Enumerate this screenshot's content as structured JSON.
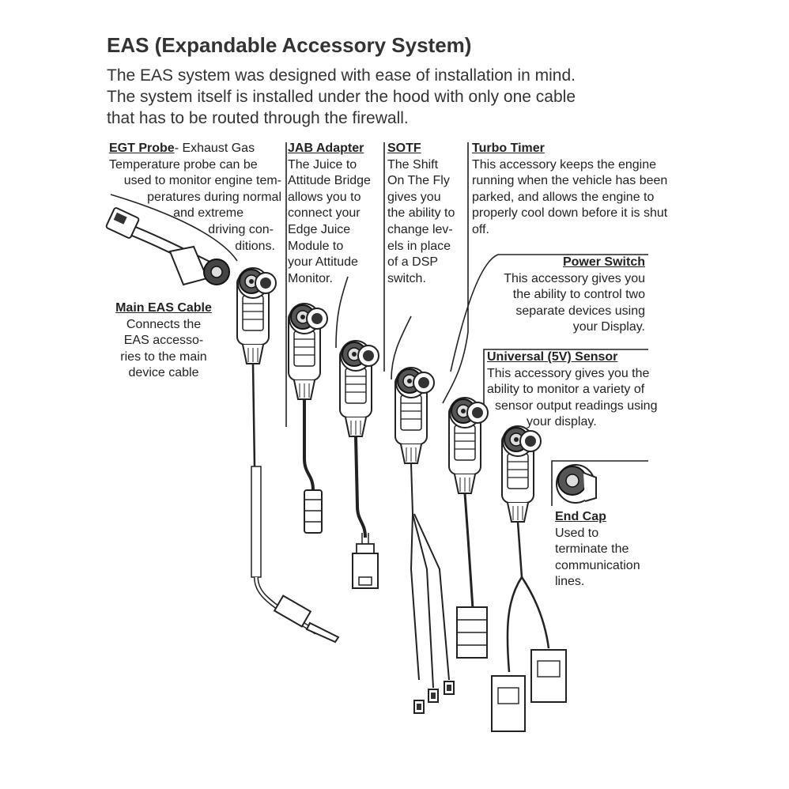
{
  "header": {
    "title": "EAS (Expandable Accessory System)",
    "intro_lines": [
      "The EAS system was designed with ease of installation in mind.",
      "The system itself is installed under the hood with only one cable",
      "that has to be routed through the firewall."
    ]
  },
  "accessories": {
    "egt": {
      "heading": "EGT Probe",
      "heading_suffix": "- Exhaust Gas",
      "lines": [
        "Temperature probe can be",
        "used to monitor engine tem-",
        "peratures during normal",
        "and extreme",
        "driving con-",
        "ditions."
      ]
    },
    "jab": {
      "heading": "JAB Adapter",
      "lines": [
        "The Juice to",
        "Attitude Bridge",
        "allows you to",
        "connect your",
        "Edge Juice",
        "Module to",
        "your Attitude",
        "Monitor."
      ]
    },
    "sotf": {
      "heading": "SOTF",
      "lines": [
        "The Shift",
        "On The Fly",
        "gives you",
        "the ability to",
        "change lev-",
        "els in place",
        "of a DSP",
        "switch."
      ]
    },
    "turbo": {
      "heading": "Turbo Timer",
      "lines": [
        "This accessory keeps the engine",
        "running when the vehicle has been",
        "parked, and allows the engine to",
        "properly cool down before it is shut",
        "off."
      ]
    },
    "main_cable": {
      "heading": "Main EAS Cable",
      "lines": [
        "Connects the",
        "EAS accesso-",
        "ries to the main",
        "device cable"
      ]
    },
    "power_switch": {
      "heading": "Power Switch",
      "lines": [
        "This accessory gives you",
        "the ability to control two",
        "separate devices using",
        "your Display."
      ]
    },
    "universal": {
      "heading": "Universal (5V) Sensor",
      "lines": [
        "This accessory gives you the",
        "ability to monitor a variety of",
        "sensor output readings using",
        "your display."
      ]
    },
    "end_cap": {
      "heading": "End Cap",
      "lines": [
        "Used to",
        "terminate the",
        "communication",
        "lines."
      ]
    }
  }
}
